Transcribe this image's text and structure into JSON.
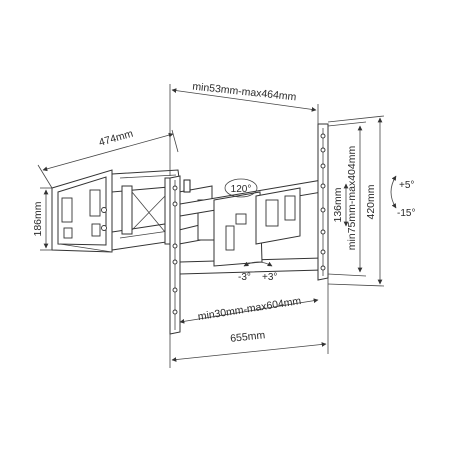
{
  "dimensions": {
    "wall_plate_width": "474mm",
    "wall_plate_height": "186mm",
    "extension": "min53mm-max464mm",
    "vesa_width": "min30mm-max604mm",
    "overall_width": "655mm",
    "vesa_height": "min75mm-max404mm",
    "bracket_height": "420mm",
    "arm_height": "136mm"
  },
  "angles": {
    "swivel": "120°",
    "rotation_left": "-3°",
    "rotation_right": "+3°",
    "tilt_up": "+5°",
    "tilt_down": "-15°"
  }
}
